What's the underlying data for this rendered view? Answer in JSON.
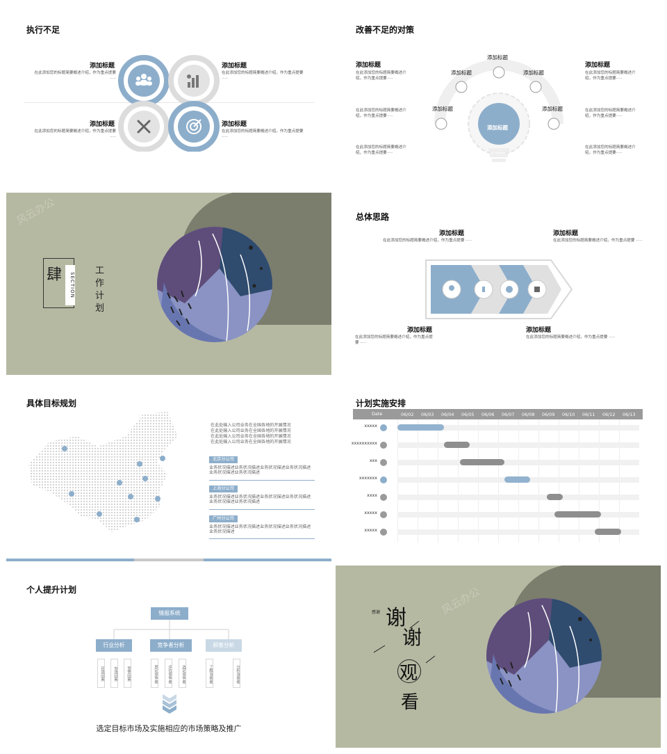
{
  "colors": {
    "blue": "#8daecb",
    "olive": "#b6b9a2",
    "darkOlive": "#7b7d6d",
    "grey": "#9a9a9a",
    "purple": "#5e4d7a",
    "navy": "#2f4b6e"
  },
  "slide1": {
    "title": "执行不足",
    "items": [
      {
        "heading": "添加标题",
        "desc": "在此添加您的标题简要概述介绍，作为重点提要 ·····"
      },
      {
        "heading": "添加标题",
        "desc": "在此添加您的标题简要概述介绍，作为重点提要 ·····"
      },
      {
        "heading": "添加标题",
        "desc": "在此添加您的标题简要概述介绍，作为重点提要 ·····"
      },
      {
        "heading": "添加标题",
        "desc": "在此添加您的标题简要概述介绍，作为重点提要 ·····"
      }
    ],
    "icons": [
      "team-icon",
      "chart-icon",
      "tools-icon",
      "target-icon"
    ]
  },
  "slide2": {
    "title": "改善不足的对策",
    "left_heading": "添加标题",
    "right_heading": "添加标题",
    "left_desc": [
      "在此添加您的标题简要概述介绍，作为重点提要·····",
      "在此添加您的标题简要概述介绍，作为重点提要·····",
      "在此添加您的标题简要概述介绍，作为重点提要·····"
    ],
    "right_desc": [
      "在此添加您的标题简要概述介绍，作为重点提要·····",
      "在此添加您的标题简要概述介绍，作为重点提要·····",
      "在此添加您的标题简要概述介绍，作为重点提要·····"
    ],
    "arc_labels": [
      "添加标题",
      "添加标题",
      "添加标题",
      "添加标题",
      "添加标题"
    ],
    "bulb_label": "添加标题"
  },
  "slide3": {
    "number": "肆",
    "section": "SECTION",
    "title": "工作计划",
    "watermark": "风云办公"
  },
  "slide4": {
    "title": "总体思路",
    "items": [
      {
        "heading": "添加标题",
        "desc": "在此添加您的标题简要概述介绍，作为重点提要 ·····"
      },
      {
        "heading": "添加标题",
        "desc": "在此添加您的标题简要概述介绍，作为重点提要 ·····"
      },
      {
        "heading": "添加标题",
        "desc": "在此添加您的标题简要概述介绍，作为重点提要 ·····"
      },
      {
        "heading": "添加标题",
        "desc": "在此添加您的标题简要概述介绍，作为重点提要 ·····"
      }
    ]
  },
  "slide5": {
    "title": "具体目标规划",
    "intro": [
      "在此处输入公司业务在全国各地的开展情况",
      "在此处输入公司业务在全国各地的开展情况",
      "在此处输入公司业务在全国各地的开展情况",
      "在此处输入公司业务在全国各地的开展情况"
    ],
    "branches": [
      {
        "name": "北京分公司",
        "desc": "业务状况描述业务状况描述业务状况描述业务状况描述业务状况描述业务状况描述"
      },
      {
        "name": "上海分公司",
        "desc": "业务状况描述业务状况描述业务状况描述业务状况描述业务状况描述业务状况描述"
      },
      {
        "name": "广州分公司",
        "desc": "业务状况描述业务状况描述业务状况描述业务状况描述业务状况描述"
      }
    ]
  },
  "slide6": {
    "title": "计划实施安排",
    "header_label": "Date",
    "dates": [
      "06/02",
      "06/03",
      "06/04",
      "06/05",
      "06/06",
      "06/07",
      "06/08",
      "06/09",
      "06/10",
      "06/11",
      "06/12",
      "06/13"
    ],
    "rows": [
      {
        "label": "xxxxx",
        "start": 0,
        "end": 2.3,
        "color": "blue"
      },
      {
        "label": "xxxxxxxxxx",
        "start": 2.3,
        "end": 3.6,
        "color": "grey"
      },
      {
        "label": "xxx",
        "start": 3.1,
        "end": 5.3,
        "color": "grey"
      },
      {
        "label": "xxxxxxx",
        "start": 5.3,
        "end": 6.6,
        "color": "blue"
      },
      {
        "label": "xxxx",
        "start": 7.4,
        "end": 8.2,
        "color": "grey"
      },
      {
        "label": "xxxxx",
        "start": 7.8,
        "end": 10.1,
        "color": "grey"
      },
      {
        "label": "xxxxx",
        "start": 9.8,
        "end": 11.1,
        "color": "grey"
      }
    ]
  },
  "slide7": {
    "title": "个人提升计划",
    "top": "情报系统",
    "groups": [
      {
        "name": "行业分析",
        "subs": [
          "环境因素",
          "市场因素",
          "竞争因素"
        ]
      },
      {
        "name": "竞争者分析",
        "subs": [
          "界定竞争者",
          "评估竞争者",
          "选定竞争者"
        ]
      },
      {
        "name": "顾客分析",
        "subs": [
          "了解消费者",
          "分析消费者"
        ]
      }
    ],
    "footer": "选定目标市场及实施相应的市场策略及推广"
  },
  "slide8": {
    "small": "感谢",
    "thanks": [
      "谢",
      "谢",
      "观",
      "看"
    ],
    "watermark": "风云办公"
  }
}
